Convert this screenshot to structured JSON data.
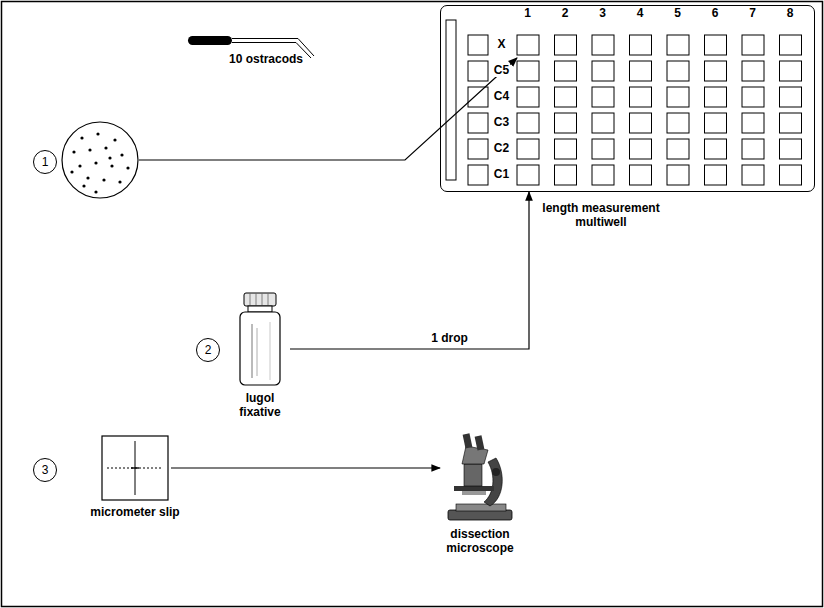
{
  "diagram": {
    "nodes": [
      {
        "text": [
          "length measurement multiwell"
        ]
      },
      {
        "text": [
          "1"
        ]
      },
      {
        "text": [
          "2"
        ]
      },
      {
        "text": [
          "lugol fixative"
        ]
      },
      {
        "text": [
          "3"
        ]
      },
      {
        "text": [
          "micrometer slip"
        ]
      },
      {
        "text": [
          "dissection microscope"
        ]
      }
    ],
    "edges": [
      {
        "from": 3,
        "to": 0,
        "arrow": "to",
        "label": "1 drop"
      },
      {
        "from": 5,
        "to": 6,
        "arrow": "to"
      }
    ],
    "labels": [
      "10 ostracods",
      "1",
      "2",
      "3",
      "4",
      "5",
      "6",
      "7",
      "8",
      "X",
      "C5",
      "C4",
      "C3",
      "C2",
      "C1"
    ]
  }
}
